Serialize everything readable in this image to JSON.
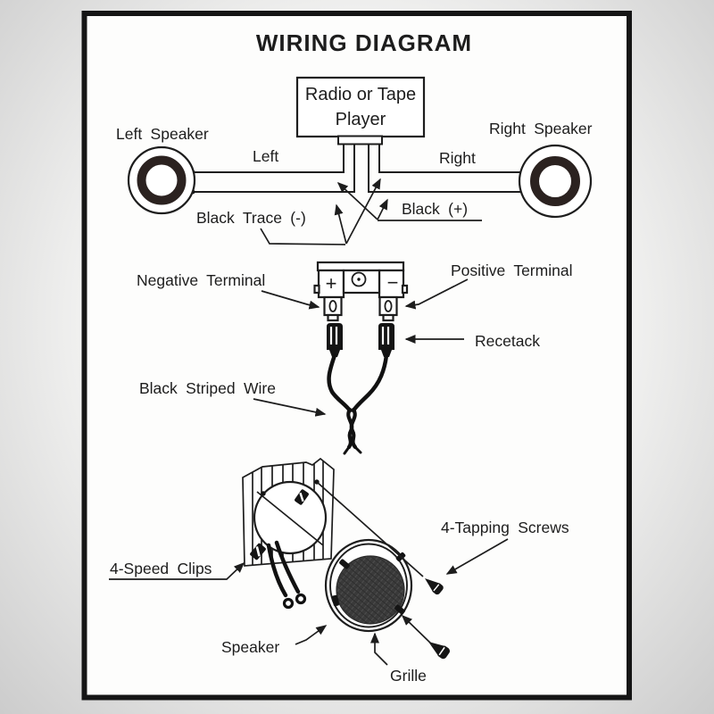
{
  "page": {
    "title": "WIRING DIAGRAM",
    "background_outer": "#cccccc",
    "background_card": "#fdfdfc",
    "ink_color": "#1d1d1d",
    "frame_color": "#151515"
  },
  "top_section": {
    "radio_box_line1": "Radio or Tape",
    "radio_box_line2": "Player",
    "left_speaker_label": "Left Speaker",
    "right_speaker_label": "Right Speaker",
    "left_wire_label": "Left",
    "right_wire_label": "Right",
    "black_trace_label": "Black Trace (-)",
    "black_plus_label": "Black (+)"
  },
  "middle_section": {
    "negative_terminal_label": "Negative Terminal",
    "positive_terminal_label": "Positive Terminal",
    "recetack_label": "Recetack",
    "black_striped_wire_label": "Black Striped Wire",
    "plus_symbol": "+",
    "minus_symbol": "−"
  },
  "bottom_section": {
    "speed_clips_label": "4-Speed Clips",
    "tapping_screws_label": "4-Tapping Screws",
    "speaker_label": "Speaker",
    "grille_label": "Grille"
  },
  "colors": {
    "speaker_ring": "#2b2220",
    "grille_mesh": "#3a3a3a",
    "wire_black": "#111111"
  }
}
